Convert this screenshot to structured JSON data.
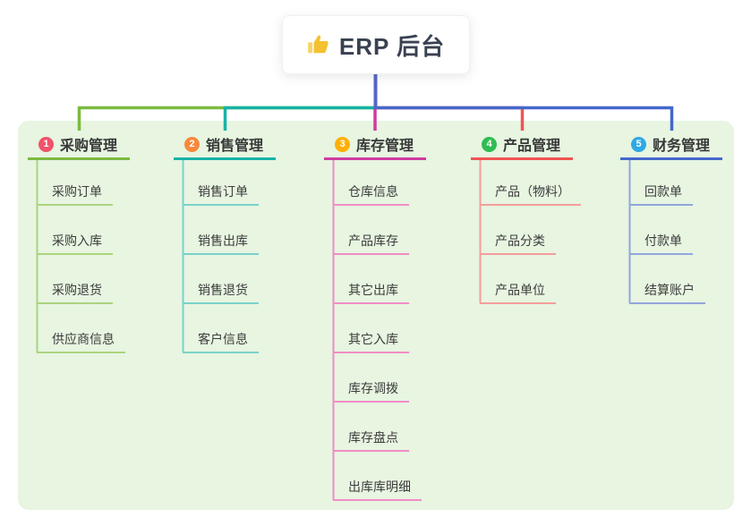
{
  "canvas": {
    "bg": "#e7f5e1"
  },
  "root": {
    "title": "ERP 后台",
    "icon": "thumbs-up-icon",
    "stem_color": "#5566c6",
    "text_color": "#394150"
  },
  "branches": [
    {
      "index": "1",
      "title": "采购管理",
      "color": "#7cba3f",
      "light_color": "#abd47e",
      "badge_color": "#f0536b",
      "children": [
        "采购订单",
        "采购入库",
        "采购退货",
        "供应商信息"
      ]
    },
    {
      "index": "2",
      "title": "销售管理",
      "color": "#16b3a6",
      "light_color": "#7ad2c9",
      "badge_color": "#f8893c",
      "children": [
        "销售订单",
        "销售出库",
        "销售退货",
        "客户信息"
      ]
    },
    {
      "index": "3",
      "title": "库存管理",
      "color": "#cf3ba0",
      "light_color": "#f18cc5",
      "badge_color": "#ffb005",
      "children": [
        "仓库信息",
        "产品库存",
        "其它出库",
        "其它入库",
        "库存调拨",
        "库存盘点",
        "出库库明细"
      ]
    },
    {
      "index": "4",
      "title": "产品管理",
      "color": "#ef5452",
      "light_color": "#f59e9b",
      "badge_color": "#2fbc51",
      "children": [
        "产品（物料）",
        "产品分类",
        "产品单位"
      ]
    },
    {
      "index": "5",
      "title": "财务管理",
      "color": "#4368cb",
      "light_color": "#91a6db",
      "badge_color": "#2ea9e5",
      "children": [
        "回款单",
        "付款单",
        "结算账户"
      ]
    }
  ]
}
